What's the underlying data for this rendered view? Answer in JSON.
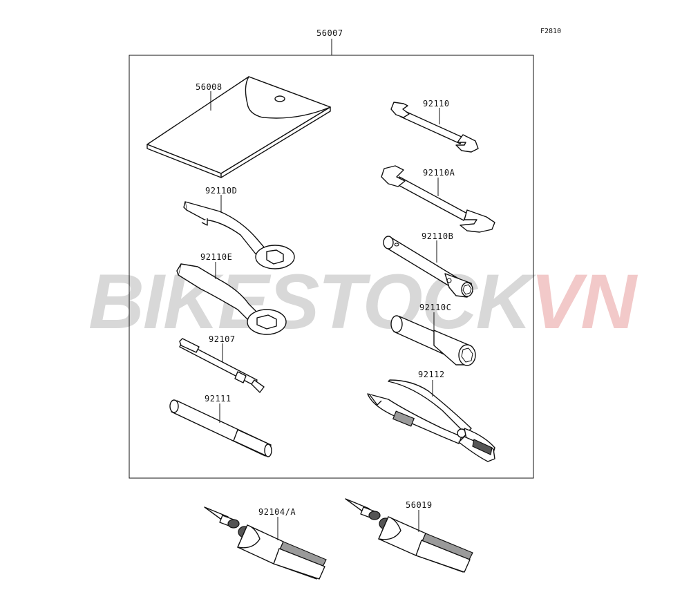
{
  "diagram_code": "F2810",
  "watermark": {
    "part1": "BIKESTOCK",
    "part2": "VN",
    "color1": "#d8d8d8",
    "color2": "#f2c9c9"
  },
  "labels": {
    "kit": "56007",
    "case": "56008",
    "wrench_small": "92110",
    "wrench_large": "92110A",
    "ring_wrench_d": "92110D",
    "ring_wrench_e": "92110E",
    "box_wrench_b": "92110B",
    "box_wrench_c": "92110C",
    "screwdriver": "92107",
    "handle": "92111",
    "pliers": "92112",
    "glue_left": "92104/A",
    "glue_right": "56019"
  }
}
